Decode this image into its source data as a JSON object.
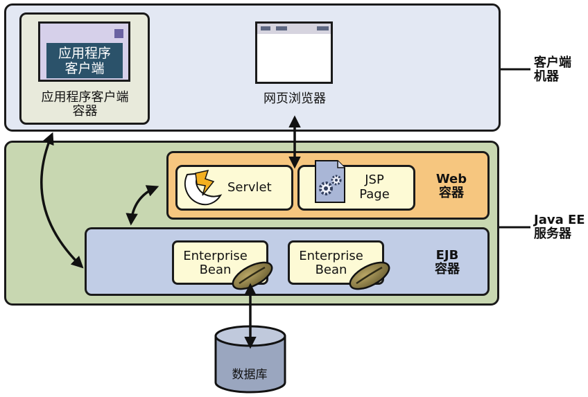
{
  "client_machine": {
    "label_line1": "客户端",
    "label_line2": "机器",
    "app_client": {
      "screen_line1": "应用程序",
      "screen_line2": "客户端"
    },
    "app_client_container": {
      "label_line1": "应用程序客户端",
      "label_line2": "容器"
    },
    "web_browser": {
      "label": "网页浏览器"
    }
  },
  "server": {
    "label_line1": "Java EE",
    "label_line2": "服务器",
    "web_container": {
      "label_line1": "Web",
      "label_line2": "容器",
      "servlet": {
        "label": "Servlet"
      },
      "jsp_page": {
        "label_line1": "JSP",
        "label_line2": "Page"
      }
    },
    "ejb_container": {
      "label_line1": "EJB",
      "label_line2": "容器",
      "beans": [
        {
          "line1": "Enterprise",
          "line2": "Bean"
        },
        {
          "line1": "Enterprise",
          "line2": "Bean"
        }
      ]
    }
  },
  "database": {
    "label": "数据库"
  }
}
